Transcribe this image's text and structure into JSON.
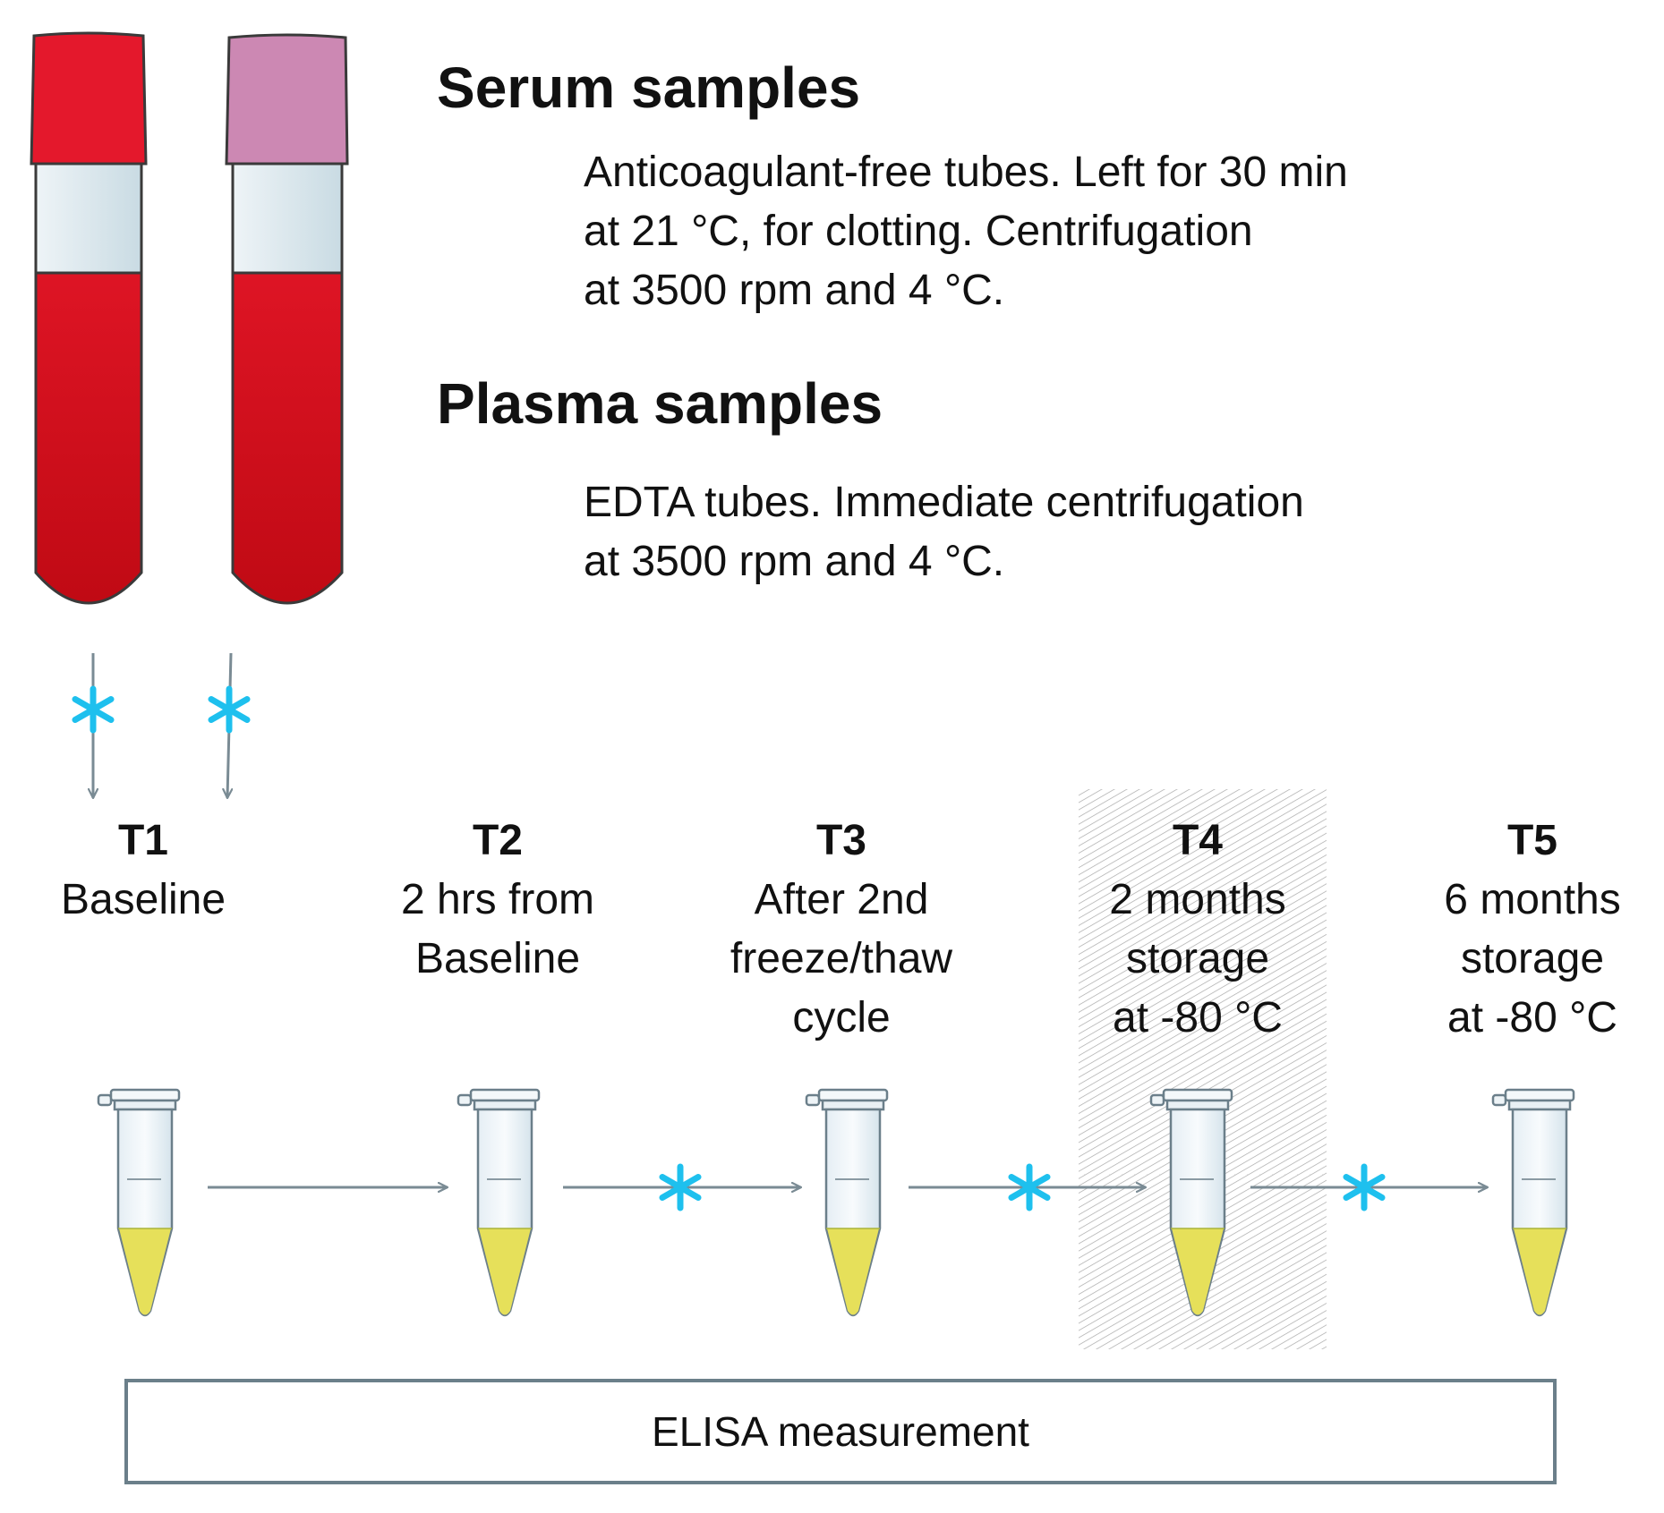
{
  "serum": {
    "title": "Serum samples",
    "lines": [
      "Anticoagulant-free tubes. Left for 30 min",
      "at 21 °C, for clotting. Centrifugation",
      "at 3500 rpm and 4 °C."
    ]
  },
  "plasma": {
    "title": "Plasma samples",
    "lines": [
      "EDTA tubes. Immediate centrifugation",
      "at 3500 rpm and 4 °C."
    ]
  },
  "timepoints": [
    {
      "label": "T1",
      "lines": [
        "Baseline"
      ]
    },
    {
      "label": "T2",
      "lines": [
        "2 hrs from",
        "Baseline"
      ]
    },
    {
      "label": "T3",
      "lines": [
        "After 2nd",
        "freeze/thaw",
        "cycle"
      ]
    },
    {
      "label": "T4",
      "lines": [
        "2 months",
        "storage",
        "at -80 °C"
      ]
    },
    {
      "label": "T5",
      "lines": [
        "6 months",
        "storage",
        "at -80 °C"
      ]
    }
  ],
  "elisa": {
    "label": "ELISA measurement"
  },
  "colors": {
    "serum_cap": "#e4182c",
    "plasma_cap": "#cc88b3",
    "blood": "#d8101e",
    "tube_label_band": "#d9e6ec",
    "asterisk": "#1ec0ee",
    "arrow": "#7a8b94",
    "sample_fluid": "#e6e05a",
    "highlight_hatch": "#a8a8a8"
  },
  "icons": [
    "blood-tube-icon",
    "microtube-icon",
    "asterisk-icon",
    "arrow-icon"
  ]
}
